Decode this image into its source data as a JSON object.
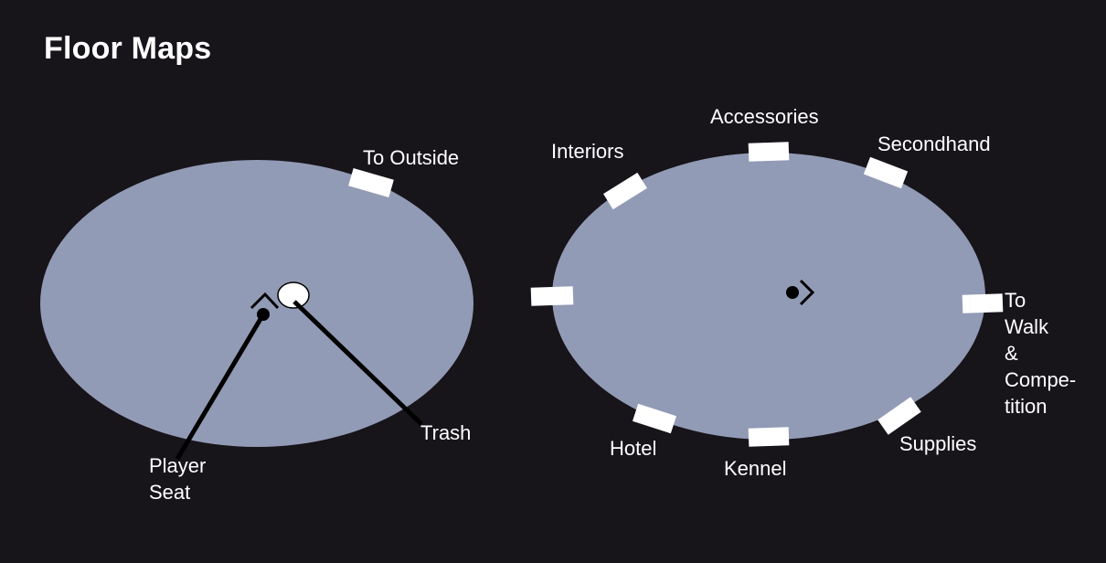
{
  "title": "Floor Maps",
  "colors": {
    "background": "#17141a",
    "floor": "#929bb5",
    "door": "#ffffff",
    "marker": "#000000",
    "text": "#ffffff"
  },
  "left_map": {
    "labels": {
      "to_outside": "To Outside",
      "trash": "Trash",
      "player_seat": "Player\nSeat"
    }
  },
  "right_map": {
    "labels": {
      "accessories": "Accessories",
      "interiors": "Interiors",
      "secondhand": "Secondhand",
      "to_walk": "To\nWalk\n&\nCompe-\ntition",
      "supplies": "Supplies",
      "kennel": "Kennel",
      "hotel": "Hotel"
    }
  }
}
